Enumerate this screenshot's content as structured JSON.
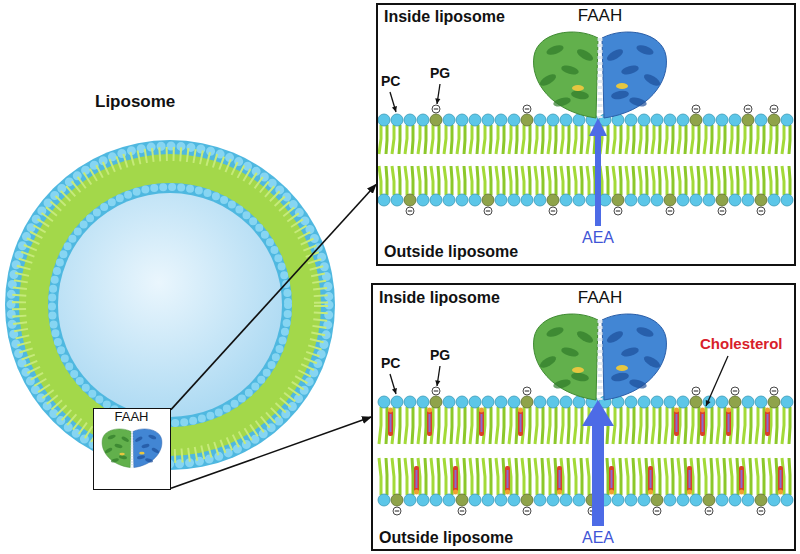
{
  "diagram": {
    "nodes": [
      {
        "text": [
          "FAAH"
        ]
      },
      {
        "text": [
          "Inside liposome",
          "FAAH",
          "PC",
          "PG",
          "AEA",
          "Outside liposome"
        ]
      },
      {
        "text": [
          "Inside liposome",
          "FAAH",
          "PC",
          "PG",
          "Cholesterol",
          "AEA",
          "Outside liposome"
        ]
      }
    ],
    "edges": [
      {
        "from": 0,
        "to": 1,
        "arrow": "to"
      },
      {
        "from": 0,
        "to": 2,
        "arrow": "to"
      }
    ],
    "labels": [
      "Liposome"
    ]
  }
}
